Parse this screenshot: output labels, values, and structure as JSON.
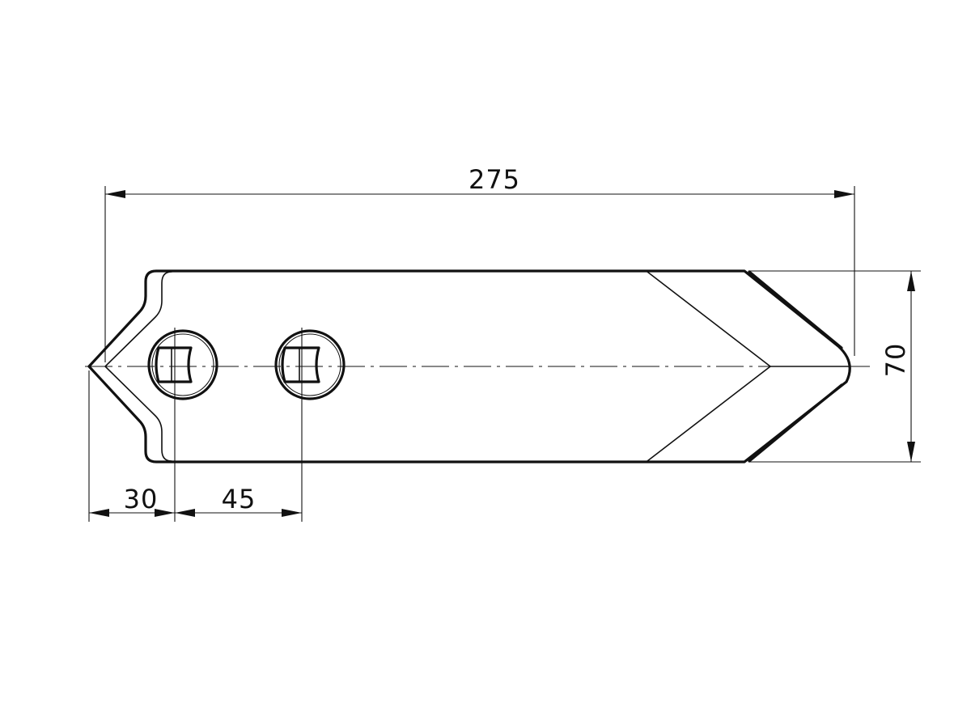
{
  "dimensions": {
    "overall_length": "275",
    "width": "70",
    "tip_to_first_hole": "30",
    "hole_spacing": "45"
  }
}
